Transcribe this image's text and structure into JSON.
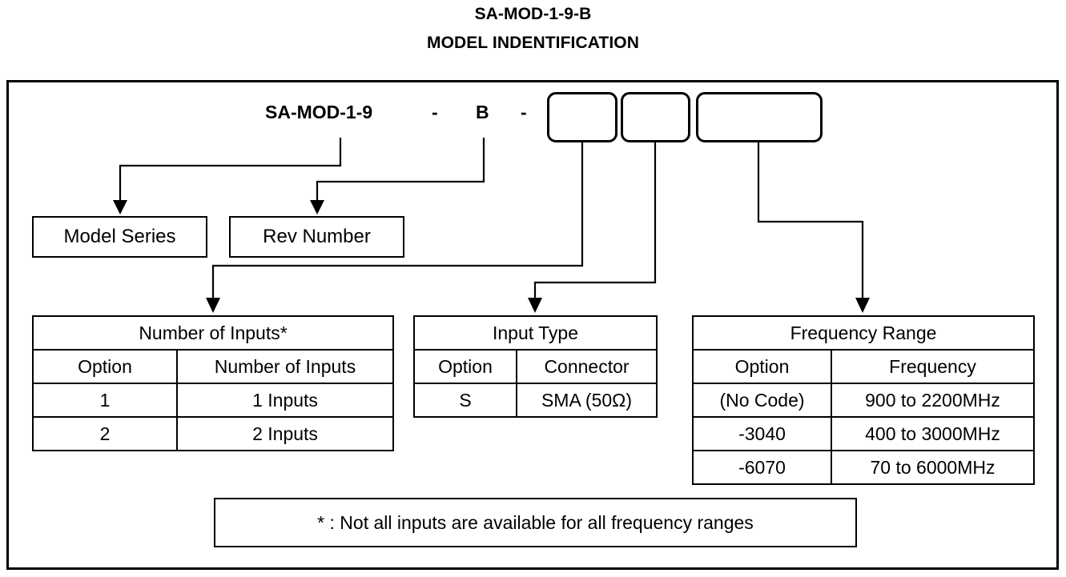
{
  "title": {
    "line1": "SA-MOD-1-9-B",
    "line2": "MODEL INDENTIFICATION"
  },
  "model_code": {
    "series": "SA-MOD-1-9",
    "dash1": "-",
    "rev": "B",
    "dash2": "-",
    "slot1_value": "",
    "slot2_value": "",
    "slot3_value": ""
  },
  "labels": {
    "model_series": "Model Series",
    "rev_number": "Rev Number"
  },
  "tables": {
    "inputs": {
      "title": "Number of Inputs*",
      "columns": [
        "Option",
        "Number of Inputs"
      ],
      "rows": [
        [
          "1",
          "1 Inputs"
        ],
        [
          "2",
          "2 Inputs"
        ]
      ]
    },
    "input_type": {
      "title": "Input Type",
      "columns": [
        "Option",
        "Connector"
      ],
      "rows": [
        [
          "S",
          "SMA (50Ω)"
        ]
      ]
    },
    "frequency": {
      "title": "Frequency Range",
      "columns": [
        "Option",
        "Frequency"
      ],
      "rows": [
        [
          "(No Code)",
          "900 to 2200MHz"
        ],
        [
          "-3040",
          "400 to 3000MHz"
        ],
        [
          "-6070",
          "70 to 6000MHz"
        ]
      ]
    }
  },
  "footnote": "* : Not all inputs are available for all frequency ranges",
  "colors": {
    "line": "#000000",
    "background": "#ffffff",
    "text": "#000000"
  }
}
